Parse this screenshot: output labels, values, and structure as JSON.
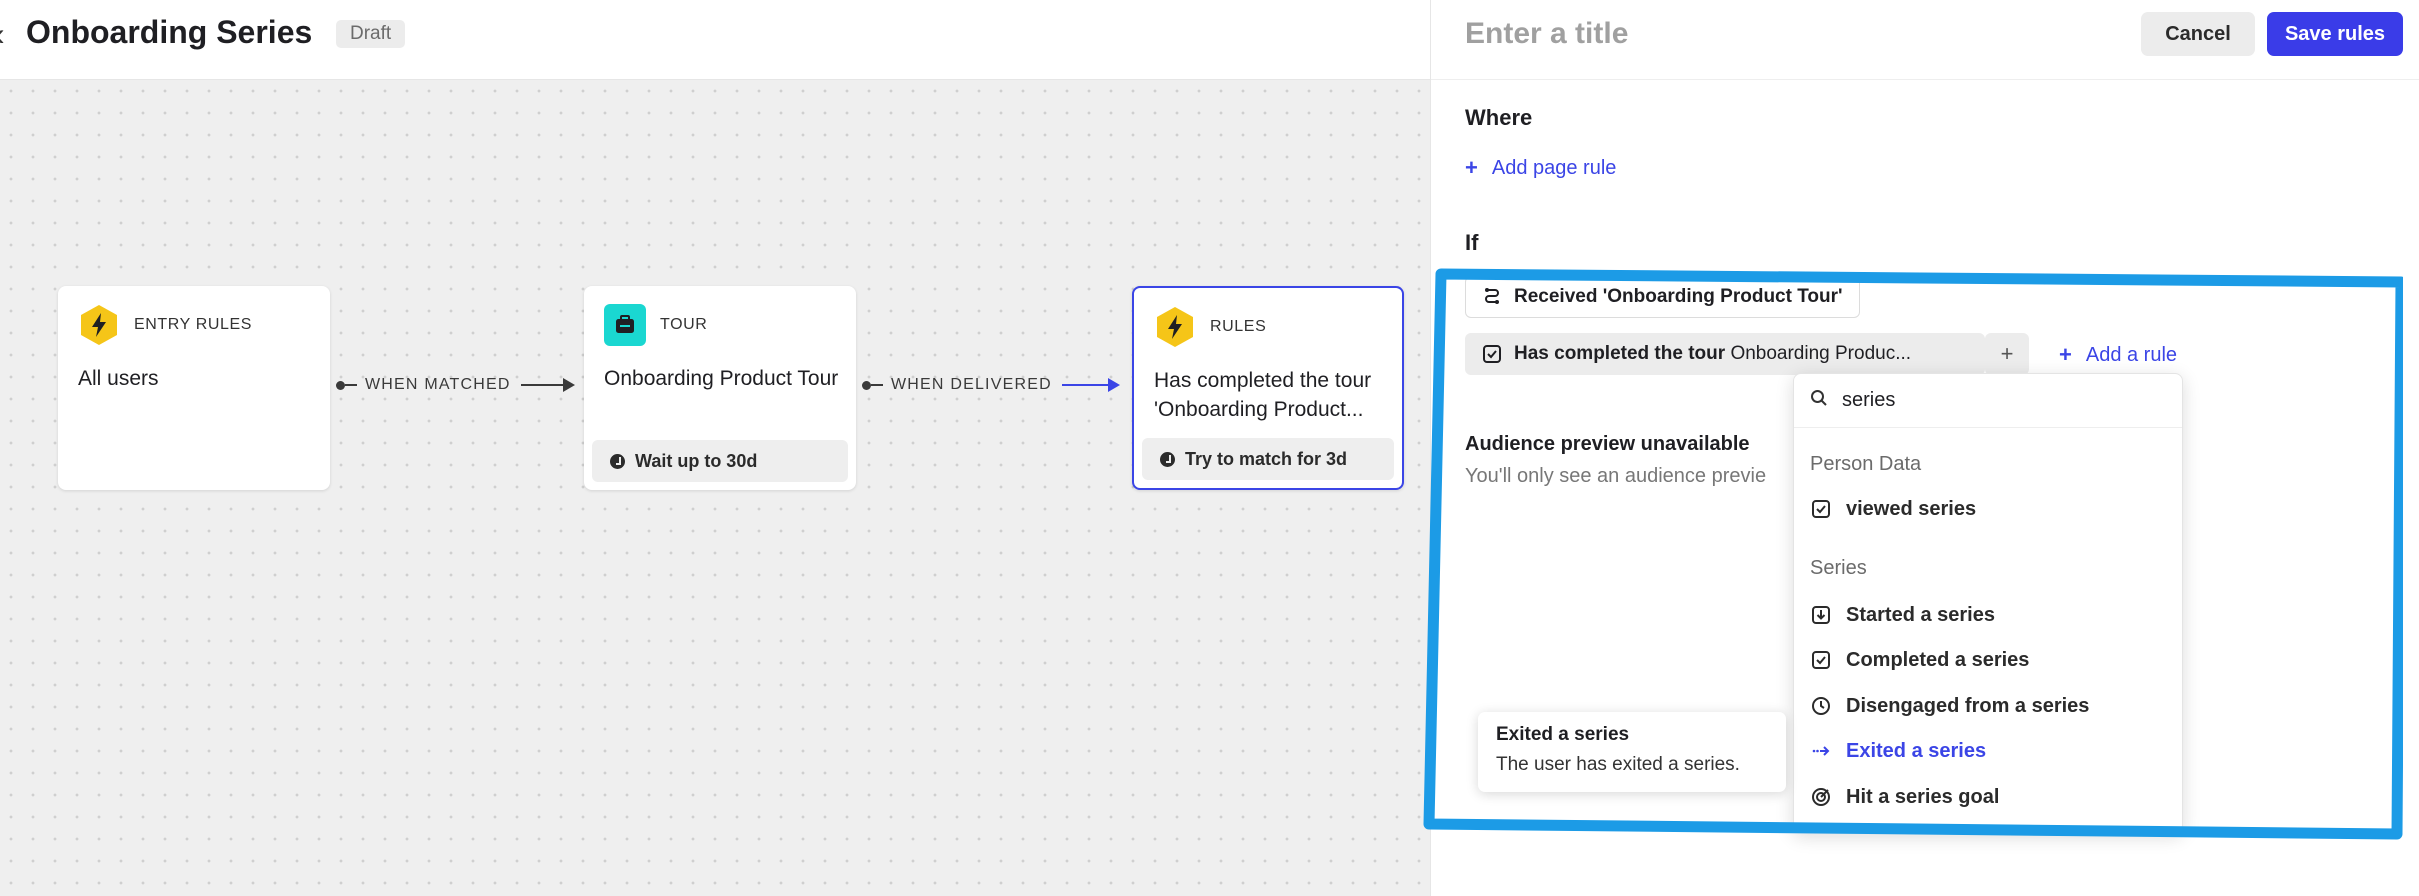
{
  "header": {
    "back_glyph": "‹",
    "title": "Onboarding Series",
    "status_badge": "Draft"
  },
  "nodes": [
    {
      "kind": "ENTRY RULES",
      "body": "All users",
      "icon": "lightning-icon",
      "icon_color": "#f5c518"
    },
    {
      "kind": "TOUR",
      "body": "Onboarding Product Tour",
      "footer": "Wait up to 30d",
      "icon": "tour-icon",
      "icon_color": "#1ad7d1"
    },
    {
      "kind": "RULES",
      "body": "Has completed the tour 'Onboarding Product...",
      "footer": "Try to match for 3d",
      "icon": "lightning-icon",
      "icon_color": "#f5c518"
    }
  ],
  "connectors": [
    {
      "label": "WHEN MATCHED"
    },
    {
      "label": "WHEN DELIVERED"
    }
  ],
  "panel": {
    "title_placeholder": "Enter a title",
    "cancel_label": "Cancel",
    "save_label": "Save rules",
    "where_label": "Where",
    "add_page_rule": "Add page rule",
    "if_label": "If",
    "rule_received": "Received 'Onboarding Product Tour'",
    "rule_completed_bold": "Has completed the tour",
    "rule_completed_value": "Onboarding Produc...",
    "plus_glyph": "+",
    "add_rule": "Add a rule",
    "audience_title": "Audience preview unavailable",
    "audience_sub": "You'll only see an audience previe"
  },
  "dropdown": {
    "search_value": "series",
    "group_person": "Person Data",
    "person_items": [
      {
        "label": "viewed series",
        "icon": "checkbox-icon"
      }
    ],
    "group_series": "Series",
    "series_items": [
      {
        "label": "Started a series",
        "icon": "download-box-icon"
      },
      {
        "label": "Completed a series",
        "icon": "checkbox-icon"
      },
      {
        "label": "Disengaged from a series",
        "icon": "clock-icon"
      },
      {
        "label": "Exited a series",
        "icon": "exit-arrow-icon",
        "active": true
      },
      {
        "label": "Hit a series goal",
        "icon": "target-icon"
      }
    ]
  },
  "tooltip": {
    "title": "Exited a series",
    "description": "The user has exited a series."
  },
  "colors": {
    "accent": "#3b45e6",
    "highlight": "#1c9be6",
    "canvas": "#efefef"
  }
}
